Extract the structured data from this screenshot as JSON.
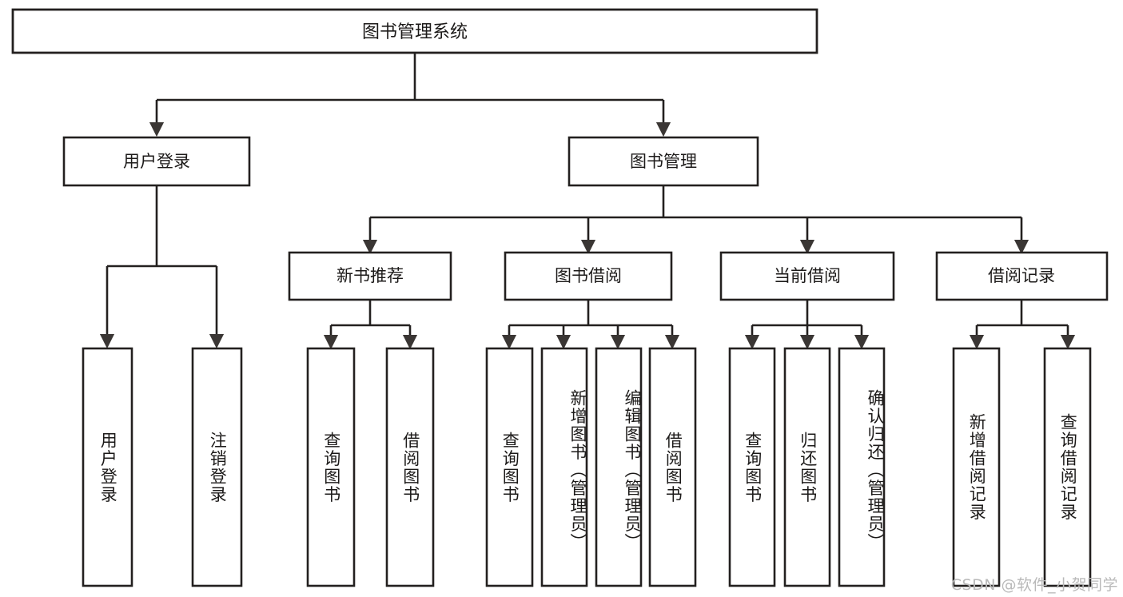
{
  "diagram": {
    "title": "图书管理系统",
    "type": "tree-hierarchy",
    "root": {
      "label": "图书管理系统"
    },
    "level2": [
      {
        "label": "用户登录"
      },
      {
        "label": "图书管理"
      }
    ],
    "level3": [
      {
        "label": "新书推荐"
      },
      {
        "label": "图书借阅"
      },
      {
        "label": "当前借阅"
      },
      {
        "label": "借阅记录"
      }
    ],
    "leaves": {
      "user_login": [
        {
          "label": "用户登录"
        },
        {
          "label": "注销登录"
        }
      ],
      "new_book_recommend": [
        {
          "label": "查询图书"
        },
        {
          "label": "借阅图书"
        }
      ],
      "book_borrow": [
        {
          "label": "查询图书"
        },
        {
          "label": "新增图书（管理员）"
        },
        {
          "label": "编辑图书（管理员）"
        },
        {
          "label": "借阅图书"
        }
      ],
      "current_borrow": [
        {
          "label": "查询图书"
        },
        {
          "label": "归还图书"
        },
        {
          "label": "确认归还（管理员）"
        }
      ],
      "borrow_record": [
        {
          "label": "新增借阅记录"
        },
        {
          "label": "查询借阅记录"
        }
      ]
    }
  },
  "watermark": {
    "text": "CSDN @软件_小贺同学"
  },
  "colors": {
    "background": "#ffffff",
    "stroke": "#23201f",
    "text": "#1c1a19",
    "watermark": "#b9b9b9"
  }
}
